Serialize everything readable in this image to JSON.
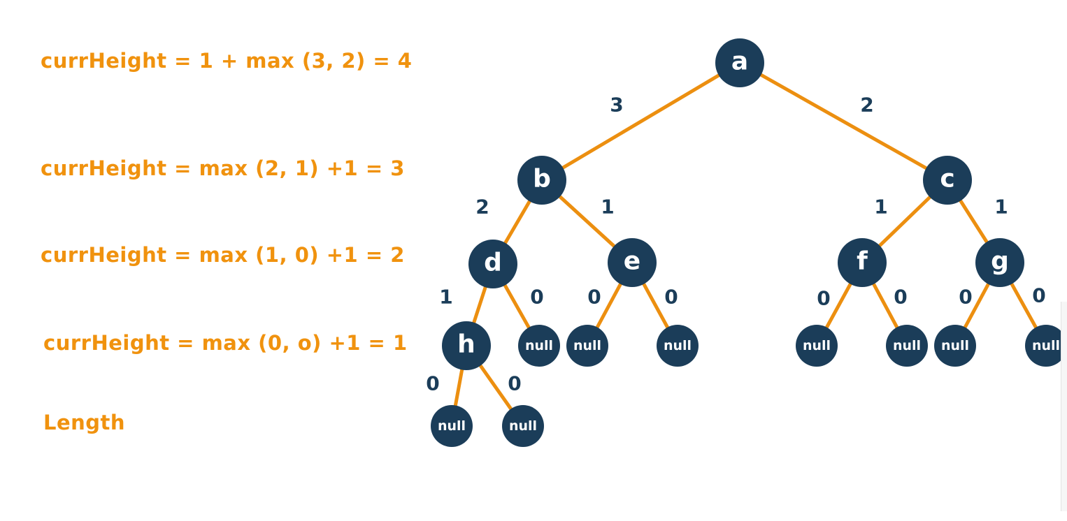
{
  "colors": {
    "accent": "#f0920e",
    "node": "#1b3d59",
    "edge": "#ec8f10",
    "background": "#ffffff"
  },
  "equations": [
    "currHeight = 1 + max (3, 2) = 4",
    "currHeight = max (2, 1) +1 = 3",
    "currHeight = max (1, 0) +1 = 2",
    "currHeight = max (0, o) +1 = 1",
    "Length"
  ],
  "tree": {
    "nodes": [
      {
        "id": "a",
        "label": "a"
      },
      {
        "id": "b",
        "label": "b"
      },
      {
        "id": "c",
        "label": "c"
      },
      {
        "id": "d",
        "label": "d"
      },
      {
        "id": "e",
        "label": "e"
      },
      {
        "id": "f",
        "label": "f"
      },
      {
        "id": "g",
        "label": "g"
      },
      {
        "id": "h",
        "label": "h"
      },
      {
        "id": "n1",
        "label": "null"
      },
      {
        "id": "n2",
        "label": "null"
      },
      {
        "id": "n3",
        "label": "null"
      },
      {
        "id": "n4",
        "label": "null"
      },
      {
        "id": "n5",
        "label": "null"
      },
      {
        "id": "n6",
        "label": "null"
      },
      {
        "id": "n7",
        "label": "null"
      },
      {
        "id": "n8",
        "label": "null"
      },
      {
        "id": "n9",
        "label": "null"
      }
    ],
    "edges": [
      {
        "from": "a",
        "to": "b",
        "label": "3"
      },
      {
        "from": "a",
        "to": "c",
        "label": "2"
      },
      {
        "from": "b",
        "to": "d",
        "label": "2"
      },
      {
        "from": "b",
        "to": "e",
        "label": "1"
      },
      {
        "from": "c",
        "to": "f",
        "label": "1"
      },
      {
        "from": "c",
        "to": "g",
        "label": "1"
      },
      {
        "from": "d",
        "to": "h",
        "label": "1"
      },
      {
        "from": "d",
        "to": "n1",
        "label": "0"
      },
      {
        "from": "e",
        "to": "n2",
        "label": "0"
      },
      {
        "from": "e",
        "to": "n3",
        "label": "0"
      },
      {
        "from": "f",
        "to": "n4",
        "label": "0"
      },
      {
        "from": "f",
        "to": "n5",
        "label": "0"
      },
      {
        "from": "g",
        "to": "n6",
        "label": "0"
      },
      {
        "from": "g",
        "to": "n7",
        "label": "0"
      },
      {
        "from": "h",
        "to": "n8",
        "label": "0"
      },
      {
        "from": "h",
        "to": "n9",
        "label": "0"
      }
    ]
  }
}
